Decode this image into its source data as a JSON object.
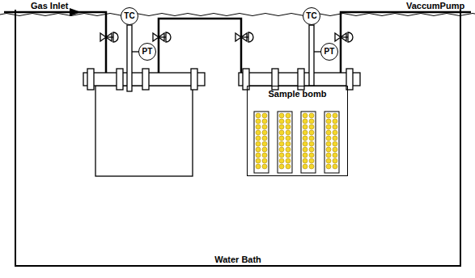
{
  "diagram": {
    "nodes": [
      {
        "text": [
          "TC"
        ]
      },
      {
        "text": [
          "PT"
        ]
      },
      {
        "text": [
          "TC"
        ]
      },
      {
        "text": [
          "PT"
        ]
      },
      {
        "text": [
          "Water Bath"
        ]
      },
      {
        "text": [
          "Sample bomb"
        ],
        "in": 4
      }
    ],
    "edges": [
      {
        "from": 2,
        "to": 5,
        "arrow": "none"
      }
    ],
    "labels": [
      "Gas Inlet",
      "VaccumPump"
    ]
  }
}
